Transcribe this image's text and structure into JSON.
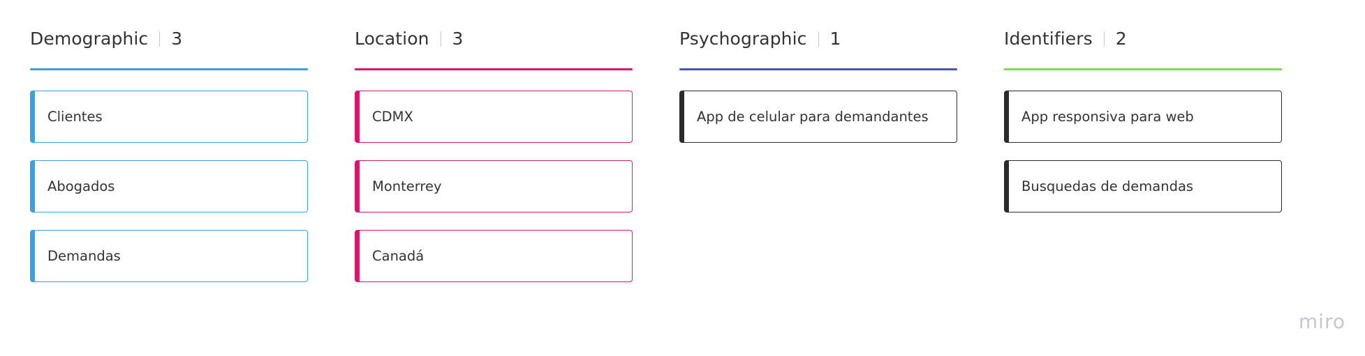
{
  "colors": {
    "demographic": "#3aa0e4",
    "location": "#d8176b",
    "psychographic": "#4a54b8",
    "identifiers": "#7ed957",
    "dark_card": "#2b2b2b"
  },
  "columns": [
    {
      "title": "Demographic",
      "count": "3",
      "accent": "#3aa0e4",
      "cards": [
        {
          "label": "Clientes",
          "border": "#3aa0e4"
        },
        {
          "label": "Abogados",
          "border": "#3aa0e4"
        },
        {
          "label": "Demandas",
          "border": "#3aa0e4"
        }
      ]
    },
    {
      "title": "Location",
      "count": "3",
      "accent": "#d8176b",
      "cards": [
        {
          "label": "CDMX",
          "border": "#d8176b"
        },
        {
          "label": "Monterrey",
          "border": "#d8176b"
        },
        {
          "label": "Canadá",
          "border": "#d8176b"
        }
      ]
    },
    {
      "title": "Psychographic",
      "count": "1",
      "accent": "#4a54b8",
      "cards": [
        {
          "label": "App de celular para demandantes",
          "border": "#2b2b2b"
        }
      ]
    },
    {
      "title": "Identifiers",
      "count": "2",
      "accent": "#7ed957",
      "cards": [
        {
          "label": "App responsiva para web",
          "border": "#2b2b2b"
        },
        {
          "label": "Busquedas de demandas",
          "border": "#2b2b2b"
        }
      ]
    }
  ],
  "branding": {
    "logo_text": "miro"
  }
}
